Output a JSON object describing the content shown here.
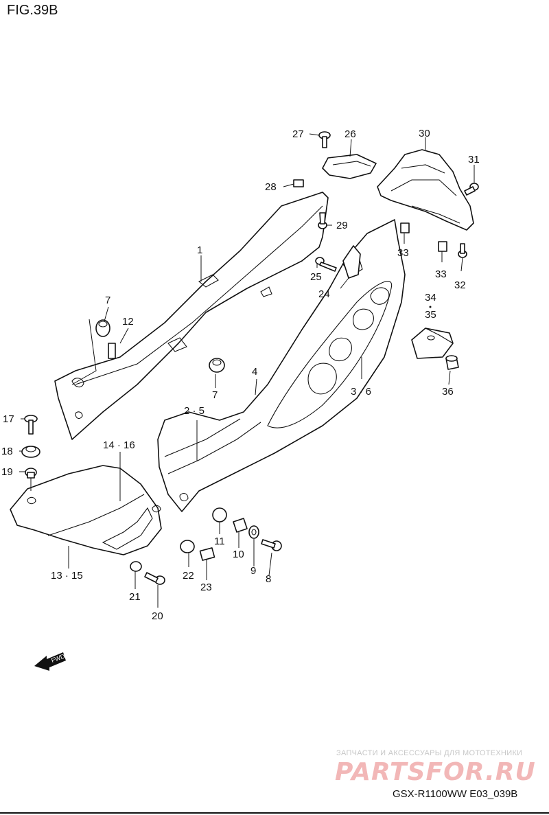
{
  "figure": {
    "title": "FIG.39B"
  },
  "callouts": {
    "c1": "1",
    "c2_5": "2 · 5",
    "c3_6": "3 · 6",
    "c4": "4",
    "c7a": "7",
    "c7b": "7",
    "c8": "8",
    "c9": "9",
    "c10": "10",
    "c11": "11",
    "c12": "12",
    "c13_15": "13 · 15",
    "c14_16": "14 · 16",
    "c17": "17",
    "c18": "18",
    "c19": "19",
    "c20": "20",
    "c21": "21",
    "c22": "22",
    "c23": "23",
    "c24": "24",
    "c25": "25",
    "c26": "26",
    "c27": "27",
    "c28": "28",
    "c29": "29",
    "c30": "30",
    "c31": "31",
    "c32": "32",
    "c33a": "33",
    "c33b": "33",
    "c34": "34",
    "c35": "35",
    "c36": "36"
  },
  "fwd_label": "FWD",
  "watermark": {
    "tagline": "ЗАПЧАСТИ И АКСЕССУАРЫ ДЛЯ МОТОТЕХНИКИ",
    "logo": "PARTSFOR.RU"
  },
  "footer": {
    "model_code": "GSX-R1100WW   E03_039B"
  }
}
